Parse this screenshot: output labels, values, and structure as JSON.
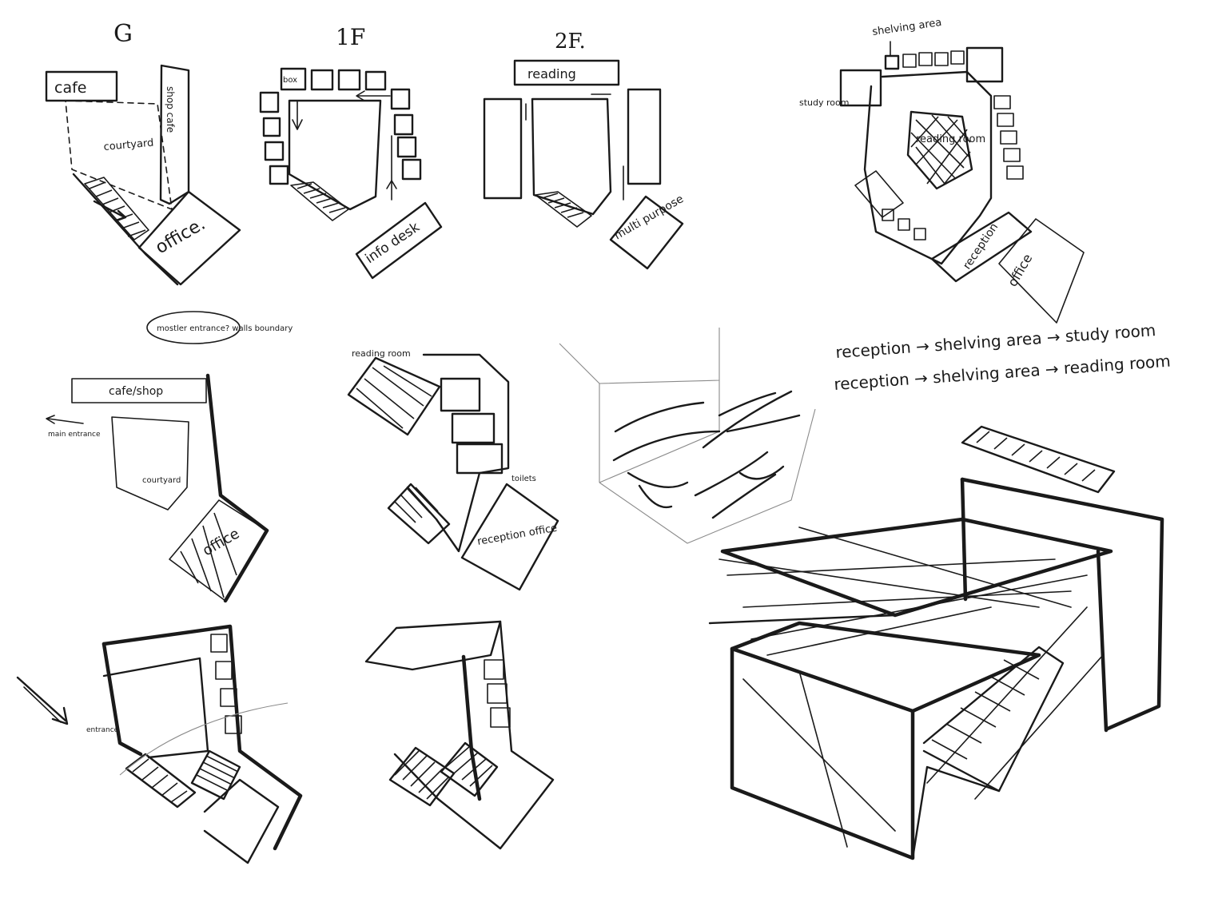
{
  "plans": {
    "g": {
      "title": "G",
      "cafe": "cafe",
      "shop_cafe": "shop cafe",
      "courtyard": "courtyard",
      "office": "office."
    },
    "f1": {
      "title": "1F",
      "box": "box",
      "info_desk": "info desk"
    },
    "f2": {
      "title": "2F.",
      "reading": "reading",
      "multi_purpose": "multi purpose"
    }
  },
  "zoning": {
    "shelving_area": "shelving area",
    "study_room": "study room",
    "reading_room": "reading room",
    "reception": "reception",
    "office": "office"
  },
  "flows": [
    "reception → shelving area → study room",
    "reception → shelving area → reading room"
  ],
  "site": {
    "bubble": "mostler entrance? walls boundary",
    "cafe_shop": "cafe/shop",
    "main_entrance": "main entrance",
    "courtyard": "courtyard",
    "office": "office"
  },
  "massing": {
    "reading_room": "reading room",
    "toilets": "toilets",
    "reception_office": "reception office"
  },
  "entrance_label": "entrance"
}
